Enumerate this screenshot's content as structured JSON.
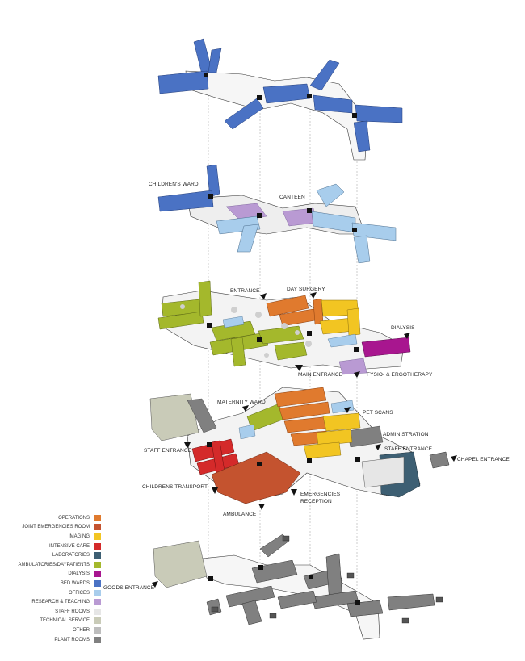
{
  "colors": {
    "operations": "#e07a2e",
    "joint_emergencies": "#c4532f",
    "imaging": "#f2c522",
    "intensive_care": "#d42a2a",
    "laboratories": "#3d5f73",
    "ambulatories": "#a4b82c",
    "dialysis": "#a8168f",
    "bed_wards": "#4a72c4",
    "offices": "#a8cdec",
    "research": "#b99ad3",
    "staff_rooms": "#e6e6e6",
    "technical": "#c9cbb8",
    "other": "#bdbdbd",
    "plant": "#808080"
  },
  "labels": {
    "childrens_ward": "CHILDREN'S WARD",
    "canteen": "CANTEEN",
    "entrance": "ENTRANCE",
    "day_surgery": "DAY SURGERY",
    "dialysis": "DIALYSIS",
    "main_entrance": "MAIN ENTRANCE",
    "fysio": "FYSIO- & ERGOTHERAPY",
    "maternity_ward": "MATERNITY WARD",
    "pet_scans": "PET SCANS",
    "administration": "ADMINISTRATION",
    "staff_entrance_left": "STAFF ENTRANCE",
    "staff_entrance_right": "STAFF ENTRANCE",
    "chapel_entrance": "CHAPEL ENTRANCE",
    "childrens_transport": "CHILDRENS TRANSPORT",
    "emergencies_reception_1": "EMERGENCIES",
    "emergencies_reception_2": "RECEPTION",
    "ambulance": "AMBULANCE",
    "goods_entrance": "GOODS ENTRANCE"
  },
  "legend": [
    {
      "label": "OPERATIONS",
      "color": "#e07a2e"
    },
    {
      "label": "JOINT EMERGENCIES ROOM",
      "color": "#c4532f"
    },
    {
      "label": "IMAGING",
      "color": "#f2c522"
    },
    {
      "label": "INTENSIVE CARE",
      "color": "#d42a2a"
    },
    {
      "label": "LABORATORIES",
      "color": "#3d5f73"
    },
    {
      "label": "AMBULATORIES/DAYPATIENTS",
      "color": "#a4b82c"
    },
    {
      "label": "DIALYSIS",
      "color": "#a8168f"
    },
    {
      "label": "BED WARDS",
      "color": "#4a72c4"
    },
    {
      "label": "OFFICES",
      "color": "#a8cdec"
    },
    {
      "label": "RESEARCH & TEACHING",
      "color": "#b99ad3"
    },
    {
      "label": "STAFF ROOMS",
      "color": "#e6e6e6"
    },
    {
      "label": "TECHNICAL SERVICE",
      "color": "#c9cbb8"
    },
    {
      "label": "OTHER",
      "color": "#bdbdbd"
    },
    {
      "label": "PLANT ROOMS",
      "color": "#808080"
    }
  ]
}
